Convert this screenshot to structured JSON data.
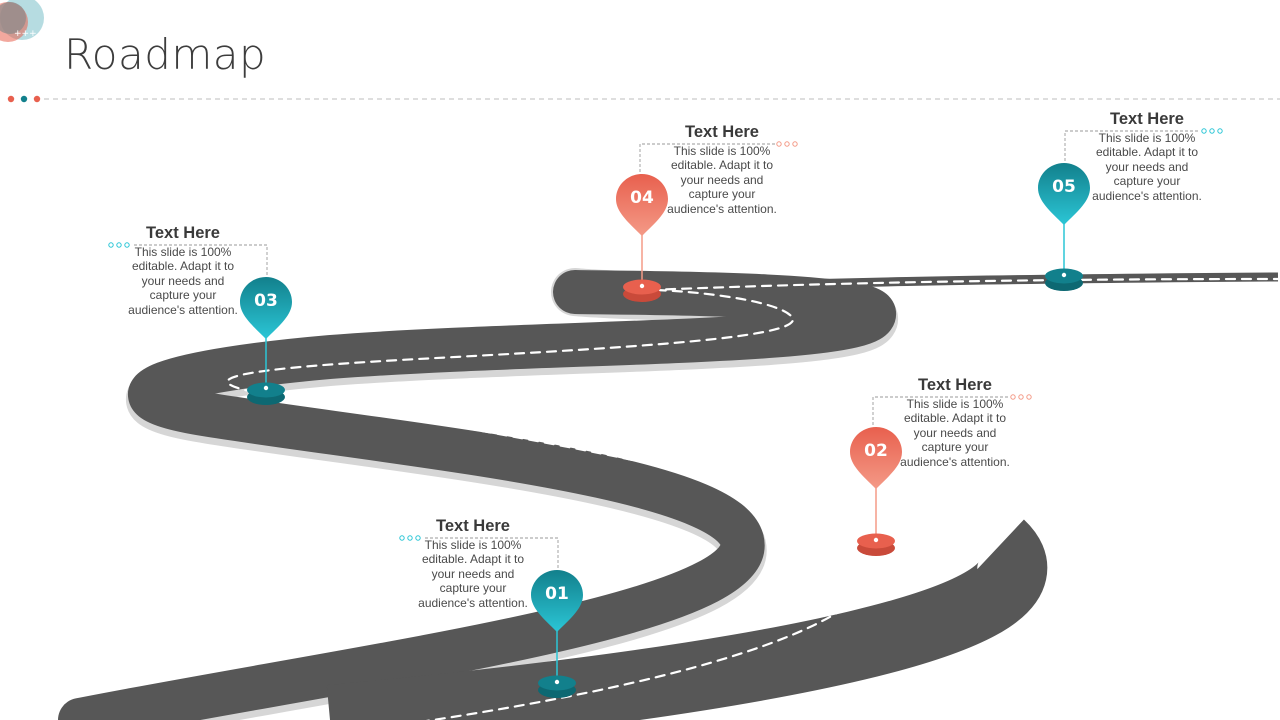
{
  "header": {
    "title": "Roadmap"
  },
  "colors": {
    "teal": "#12808c",
    "teal_light": "#2bc6d6",
    "coral": "#e8604e",
    "coral_light": "#f49a87",
    "road": "#575757",
    "road_shadow": "#d4d4d4",
    "divider": "#bdbdbd"
  },
  "milestones": [
    {
      "number": "01",
      "heading": "Text Here",
      "body": [
        "This slide is 100%",
        "editable. Adapt it to",
        "your needs and",
        "capture your",
        "audience's attention."
      ],
      "color": "teal"
    },
    {
      "number": "02",
      "heading": "Text Here",
      "body": [
        "This slide is 100%",
        "editable. Adapt it to",
        "your needs and",
        "capture your",
        "audience's attention."
      ],
      "color": "coral"
    },
    {
      "number": "03",
      "heading": "Text Here",
      "body": [
        "This slide is 100%",
        "editable. Adapt it to",
        "your needs and",
        "capture your",
        "audience's attention."
      ],
      "color": "teal"
    },
    {
      "number": "04",
      "heading": "Text Here",
      "body": [
        "This slide is 100%",
        "editable. Adapt it to",
        "your needs and",
        "capture your",
        "audience's attention."
      ],
      "color": "coral"
    },
    {
      "number": "05",
      "heading": "Text Here",
      "body": [
        "This slide is 100%",
        "editable. Adapt it to",
        "your needs and",
        "capture your",
        "audience's attention."
      ],
      "color": "teal"
    }
  ]
}
